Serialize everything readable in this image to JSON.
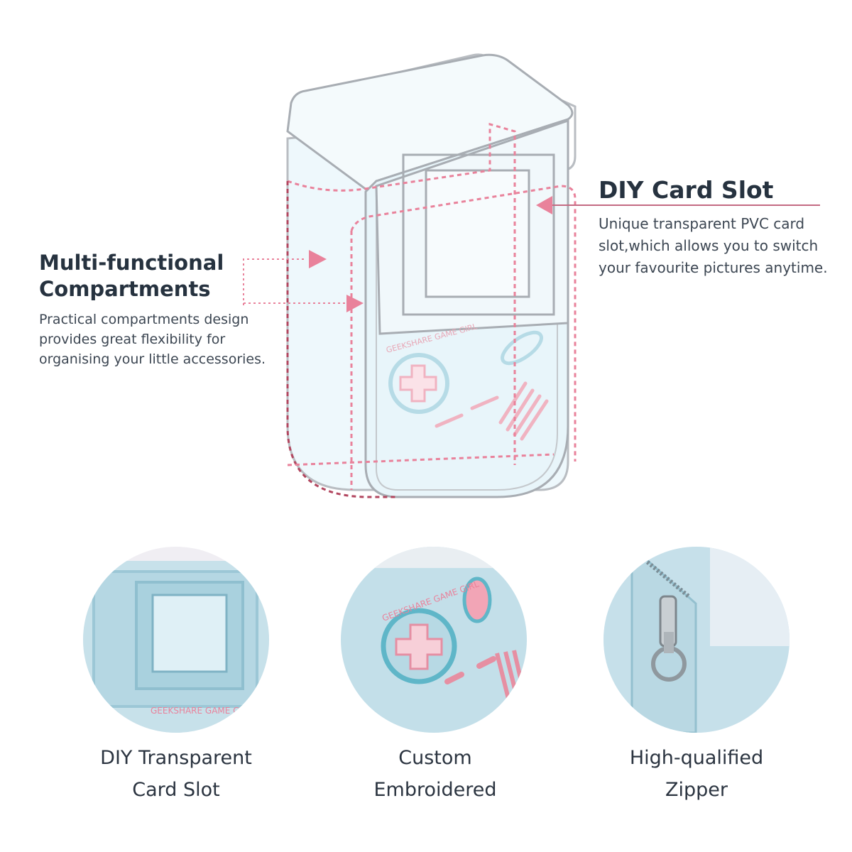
{
  "left_feature": {
    "title_line1": "Multi-functional",
    "title_line2": "Compartments",
    "desc_line1": "Practical compartments design",
    "desc_line2": "provides great flexibility for",
    "desc_line3": "organising your little accessories."
  },
  "right_feature": {
    "title": "DIY Card Slot",
    "desc_line1": "Unique transparent PVC card",
    "desc_line2": "slot,which allows you to switch",
    "desc_line3": "your favourite pictures anytime."
  },
  "bag_print": "GEEKSHARE GAME GIRL",
  "colors": {
    "accent_pink": "#e9829b",
    "outline_grey": "#a8adb3",
    "bag_blue": "#b9dbe6",
    "text_dark": "#26323f"
  },
  "details": [
    {
      "line1": "DIY Transparent",
      "line2": "Card Slot"
    },
    {
      "line1": "Custom",
      "line2": "Embroidered"
    },
    {
      "line1": "High-qualified",
      "line2": "Zipper"
    }
  ]
}
